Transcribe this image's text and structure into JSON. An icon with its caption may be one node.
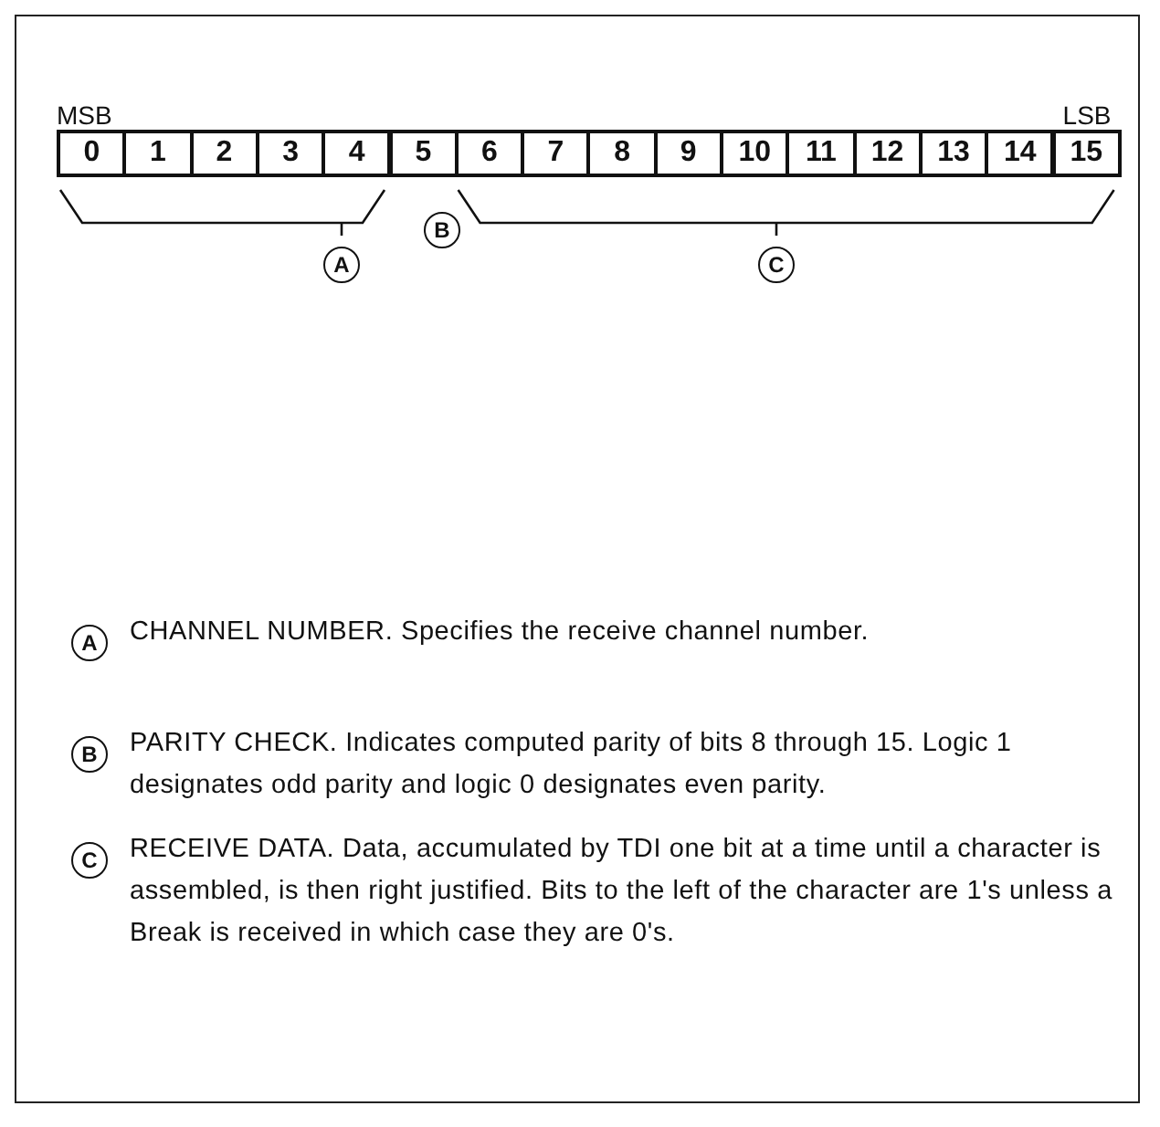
{
  "diagram": {
    "nodes": [
      {
        "text": [
          "0"
        ]
      },
      {
        "text": [
          "1"
        ]
      },
      {
        "text": [
          "2"
        ]
      },
      {
        "text": [
          "3"
        ]
      },
      {
        "text": [
          "4"
        ]
      },
      {
        "text": [
          "5"
        ]
      },
      {
        "text": [
          "6"
        ]
      },
      {
        "text": [
          "7"
        ]
      },
      {
        "text": [
          "8"
        ]
      },
      {
        "text": [
          "9"
        ]
      },
      {
        "text": [
          "10"
        ]
      },
      {
        "text": [
          "11"
        ]
      },
      {
        "text": [
          "12"
        ]
      },
      {
        "text": [
          "13"
        ]
      },
      {
        "text": [
          "14"
        ]
      },
      {
        "text": [
          "15"
        ]
      },
      {
        "text": [
          "A"
        ]
      },
      {
        "text": [
          "B"
        ]
      },
      {
        "text": [
          "C"
        ]
      },
      {
        "text": [
          "A"
        ]
      },
      {
        "text": [
          "B"
        ]
      },
      {
        "text": [
          "C"
        ]
      }
    ],
    "edges": [],
    "labels": [
      "MSB",
      "LSB",
      "CHANNEL NUMBER. Specifies the receive channel number.",
      "PARITY CHECK. Indicates computed parity of bits 8 through 15. Logic 1 designates odd parity and logic 0 designates even parity.",
      "RECEIVE DATA. Data, accumulated by TDI one bit at a time until a character is assembled, is then right justified. Bits to the left of the character are 1's unless a Break is received in which case they are 0's."
    ]
  }
}
